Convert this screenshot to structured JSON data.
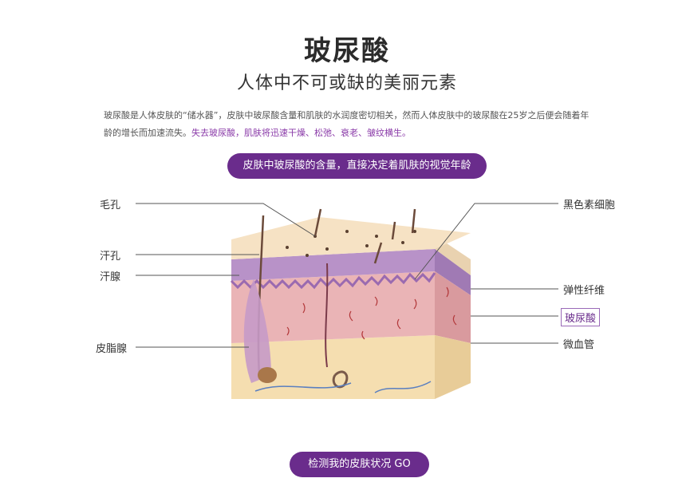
{
  "header": {
    "title": "玻尿酸",
    "subtitle": "人体中不可或缺的美丽元素"
  },
  "description": {
    "line1": "玻尿酸是人体皮肤的“储水器”，皮肤中玻尿酸含量和肌肤的水润度密切相关，然而人体皮肤中的玻尿酸在25岁之后便会随着年",
    "line2_plain": "龄的增长而加速流失。",
    "line2_highlight": "失去玻尿酸，肌肤将迅速干燥、松弛、衰老、皱纹横生。"
  },
  "banner_top": "皮肤中玻尿酸的含量，直接决定着肌肤的视觉年龄",
  "labels_left": {
    "pore": "毛孔",
    "sweat_pore": "汗孔",
    "sweat_gland": "汗腺",
    "sebaceous_gland": "皮脂腺"
  },
  "labels_right": {
    "melanocyte": "黑色素细胞",
    "elastic_fiber": "弹性纤维",
    "hyaluronic_acid": "玻尿酸",
    "capillary": "微血管"
  },
  "cta_button": "检测我的皮肤状况 GO",
  "colors": {
    "accent_purple": "#6a2c8c",
    "skin_top": "#f6e2c4",
    "epidermis_purple": "#b892c8",
    "dermis_pink": "#eab4b6",
    "fat_yellow": "#f5deb0"
  }
}
